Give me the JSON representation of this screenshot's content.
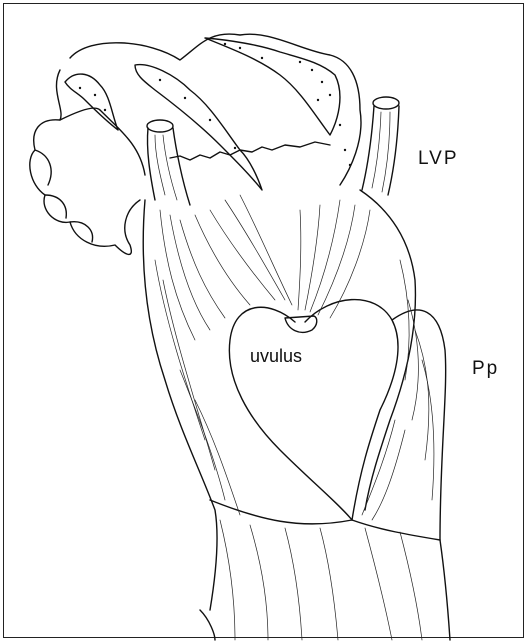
{
  "labels": {
    "lvp": "LVP",
    "uvulus": "uvulus",
    "pp": "Pp"
  }
}
